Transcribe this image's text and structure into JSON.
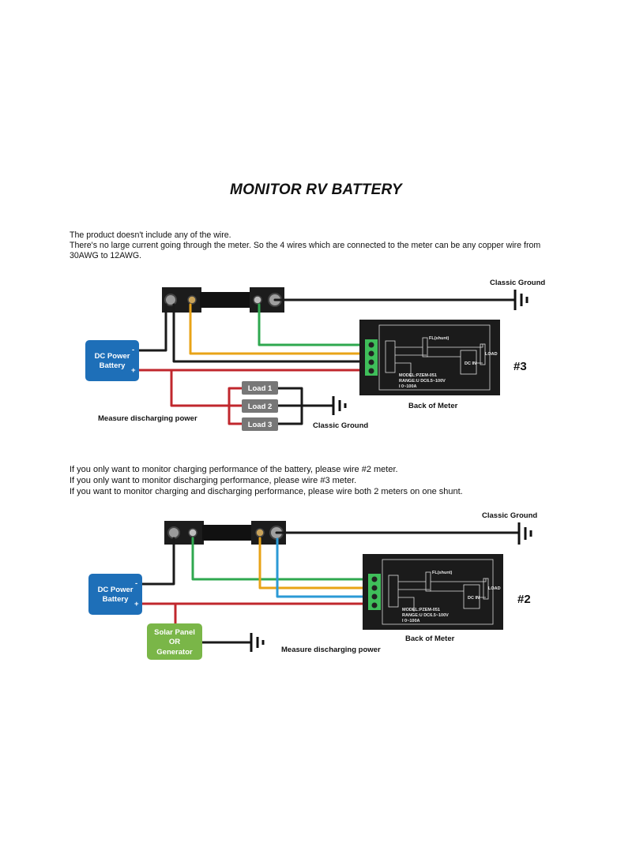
{
  "title": "MONITOR RV BATTERY",
  "intro": [
    "The product doesn't include any of the wire.",
    "There's no large current going through the meter. So the 4 wires which are connected to the meter can be any copper wire from 30AWG to 12AWG."
  ],
  "middle_text": [
    "If you only want to monitor charging performance of the battery, please wire #2 meter.",
    "If you only want to monitor discharging performance, please wire #3 meter.",
    "If you want to monitor charging and discharging performance, please wire both 2 meters on one shunt."
  ],
  "diagram3": {
    "classic_ground_top": "Classic Ground",
    "classic_ground_bottom": "Classic Ground",
    "battery_line1": "DC Power",
    "battery_line2": "Battery",
    "minus": "-",
    "plus": "+",
    "loads": [
      "Load 1",
      "Load 2",
      "Load 3"
    ],
    "measure_label": "Measure discharging power",
    "back_of_meter": "Back of Meter",
    "tag": "#3"
  },
  "diagram2": {
    "classic_ground": "Classic Ground",
    "battery_line1": "DC Power",
    "battery_line2": "Battery",
    "minus": "-",
    "plus": "+",
    "solar_line1": "Solar Panel",
    "solar_line2": "OR",
    "solar_line3": "Generator",
    "measure_label": "Measure discharging power",
    "back_of_meter": "Back of Meter",
    "tag": "#2"
  },
  "meter": {
    "shunt": "FL(shunt)",
    "load": "LOAD",
    "dcin": "DC IN",
    "model": "MODEL:PZEM-051",
    "range": "RANGE:U DC6.5~100V",
    "current": "I  0~100A"
  },
  "colors": {
    "black_wire": "#1a1a1a",
    "orange_wire": "#e8a317",
    "green_wire": "#2fa84f",
    "red_wire": "#c0272d",
    "blue_wire": "#2b9ad6",
    "battery_box": "#1e6fb8",
    "load_box": "#777777",
    "solar_box": "#7ab648",
    "meter_body": "#1b1b1b",
    "terminal_green": "#3fbf5a"
  }
}
